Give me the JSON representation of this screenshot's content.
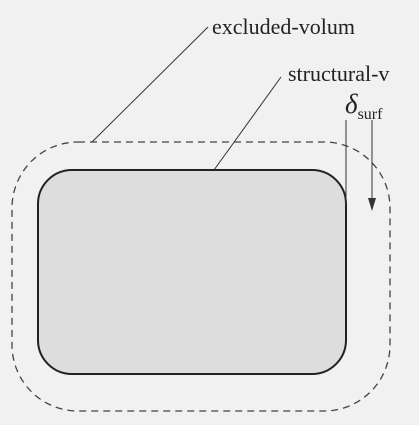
{
  "labels": {
    "excluded": "excluded-volum",
    "structural": "structural-v",
    "delta_symbol": "δ",
    "delta_subscript": "surf"
  },
  "colors": {
    "background": "#f1f1f1",
    "inner_fill": "#dddddd",
    "outline": "#333333"
  }
}
